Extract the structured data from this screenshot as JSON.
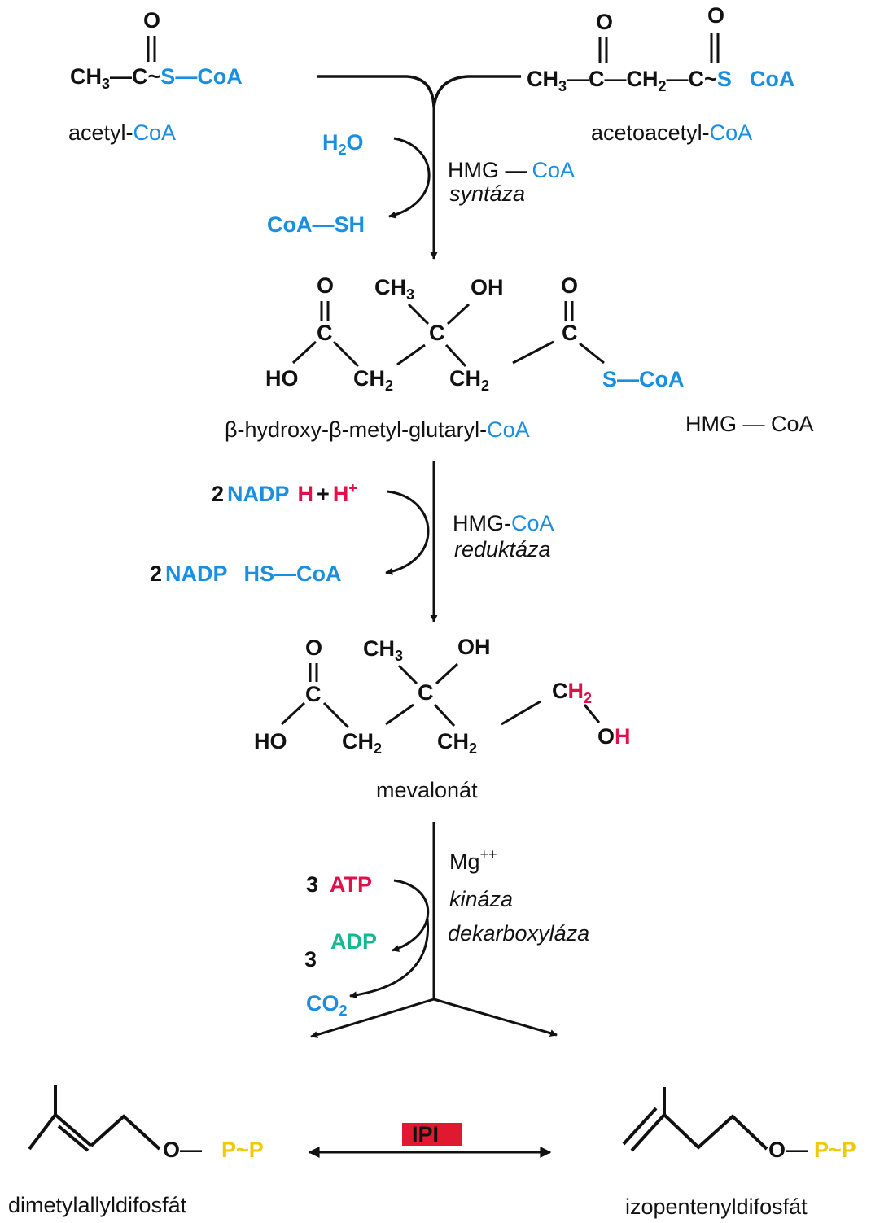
{
  "colors": {
    "black": "#111111",
    "blue": "#1a8fe0",
    "red": "#e0104a",
    "green": "#16b892",
    "yellow": "#f2c800",
    "ipi_box": "#e01830"
  },
  "compounds": {
    "acetyl_coa": {
      "name_plain": "acetyl-",
      "name_coa": "CoA",
      "o": "O",
      "ch": "CH",
      "sub3": "3",
      "dash": "—",
      "c": "C",
      "tilde": "~",
      "s": "S",
      "coa": "—CoA"
    },
    "acetoacetyl_coa": {
      "name_plain": "acetoacetyl-",
      "name_coa": "CoA",
      "o1": "O",
      "o2": "O",
      "ch3": "CH",
      "sub3": "3",
      "c1": "—C—",
      "ch2": "CH",
      "sub2": "2",
      "c2": "—C~",
      "s": "S",
      "coa": "CoA"
    },
    "hmg_coa": {
      "name_plain": "β-hydroxy-β-metyl-glutaryl-",
      "name_coa": "CoA",
      "abbr": "HMG — CoA",
      "o_left": "O",
      "c_left": "C",
      "ho": "HO",
      "ch2_a": "CH",
      "ch2_b": "CH",
      "sub2": "2",
      "ch3": "CH",
      "sub3": "3",
      "oh": "OH",
      "c_center": "C",
      "o_right": "O",
      "c_right": "C",
      "s_coa": "S—CoA"
    },
    "mevalonate": {
      "name": "mevalonát",
      "o_left": "O",
      "c_left": "C",
      "ho": "HO",
      "ch2_a": "CH",
      "ch2_b": "CH",
      "sub2": "2",
      "ch3": "CH",
      "sub3": "3",
      "oh": "OH",
      "c_center": "C",
      "ch2_c": "C",
      "ch2_h": "H",
      "oh_o": "O",
      "oh_h": "H"
    },
    "dimethylallyl": {
      "name": "dimetylallyldifosfát",
      "o": "O—",
      "pp": "P~P"
    },
    "isopentenyl": {
      "name": "izopentenyldifosfát",
      "o": "O—",
      "pp": "P~P"
    }
  },
  "step1": {
    "h2o": "H",
    "h2o_sub": "2",
    "h2o_o": "O",
    "coa_sh": "CoA—SH",
    "enzyme_prefix": "HMG —",
    "enzyme_coa": "CoA",
    "enzyme_name": "syntáza"
  },
  "step2": {
    "in_coef": "2",
    "in_nadp": "NADP",
    "in_h": "H",
    "in_plus": "+",
    "in_hplus": "H",
    "in_hplus_sup": "+",
    "out_coef": "2",
    "out_nadp": "NADP",
    "out_hscoa": "HS—CoA",
    "enzyme_prefix": "HMG-",
    "enzyme_coa": "CoA",
    "enzyme_name": "reduktáza"
  },
  "step3": {
    "atp_coef": "3",
    "atp": "ATP",
    "adp_coef": "3",
    "adp": "ADP",
    "co2": "CO",
    "co2_sub": "2",
    "cofactor": "Mg",
    "cofactor_sup": "++",
    "enzyme1": "kináza",
    "enzyme2": "dekarboxyláza"
  },
  "isomerase": {
    "label": "IPI"
  }
}
